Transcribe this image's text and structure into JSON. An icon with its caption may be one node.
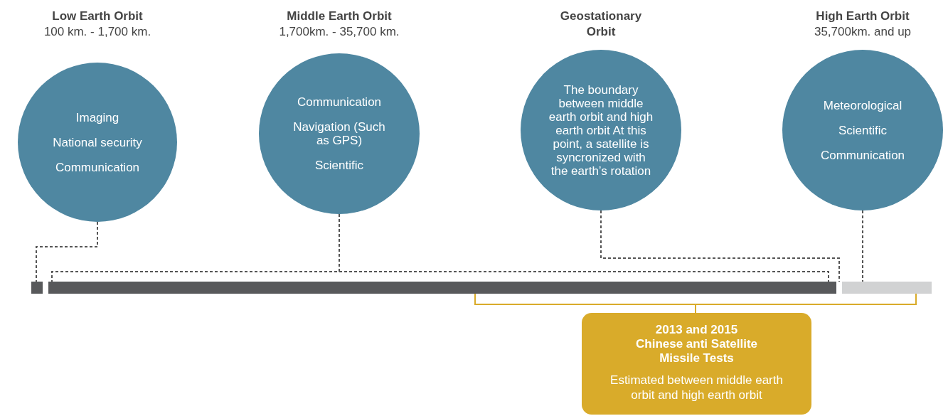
{
  "diagram": {
    "nodes": [
      {
        "text": [
          "Low Earth Orbit",
          "100 km. - 1,700 km.",
          "Imaging",
          "National security",
          "Communication"
        ]
      },
      {
        "text": [
          "Middle Earth Orbit",
          "1,700km. - 35,700 km.",
          "Communication",
          "Navigation (Such as GPS)",
          "Scientific"
        ]
      },
      {
        "text": [
          "Geostationary Orbit",
          "The boundary between middle earth orbit and high earth orbit At this point, a satellite is syncronized with the earth’s rotation"
        ]
      },
      {
        "text": [
          "High Earth Orbit",
          "35,700km. and up",
          "Meteorological",
          "Scientific",
          "Communication"
        ]
      },
      {
        "text": [],
        "shape": "bar"
      },
      {
        "text": [],
        "shape": "bar"
      },
      {
        "text": [],
        "shape": "bar"
      },
      {
        "text": [
          "2013 and 2015 Chinese anti Satellite Missile Tests",
          "Estimated between middle earth orbit and high earth orbit"
        ]
      }
    ],
    "edges": [
      {
        "from": 0,
        "to": 4,
        "arrow": "none",
        "style": "dashed"
      },
      {
        "from": 1,
        "to": 5,
        "arrow": "none",
        "style": "dashed"
      },
      {
        "from": 2,
        "to": 6,
        "arrow": "none",
        "style": "dashed"
      },
      {
        "from": 3,
        "to": 6,
        "arrow": "none",
        "style": "dashed"
      },
      {
        "from": 7,
        "to": 5,
        "arrow": "none",
        "color": "#d9ab2a"
      },
      {
        "from": 7,
        "to": 6,
        "arrow": "none",
        "color": "#d9ab2a"
      }
    ]
  }
}
